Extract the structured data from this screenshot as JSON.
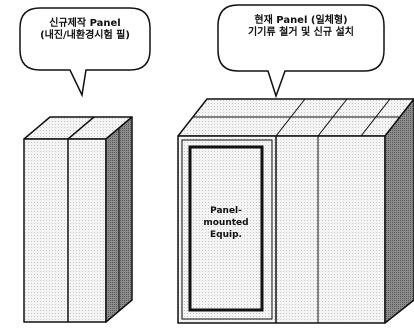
{
  "callouts": {
    "left": {
      "line1": "신규제작 Panel",
      "line2": "(내진/내환경시험 필)"
    },
    "right": {
      "line1": "현재 Panel (일체형)",
      "line2": "기기류 철거 및 신규 설치"
    }
  },
  "equipment": {
    "line1": "Panel-mounted",
    "line2": "Equip."
  },
  "colors": {
    "line": "#111111",
    "face": "#f2f2f2",
    "shade": "#9a9a9a",
    "background": "#ffffff"
  }
}
